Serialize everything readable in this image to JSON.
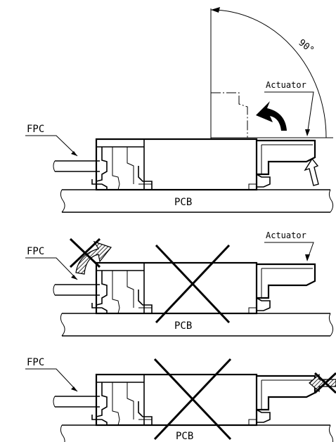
{
  "panel1": {
    "fpc": "FPC",
    "actuator": "Actuator",
    "pcb": "PCB",
    "angle": "90°"
  },
  "panel2": {
    "fpc": "FPC",
    "actuator": "Actuator",
    "pcb": "PCB"
  },
  "panel3": {
    "fpc": "FPC",
    "pcb": "PCB"
  },
  "colors": {
    "line": "#000000",
    "background": "#ffffff"
  }
}
